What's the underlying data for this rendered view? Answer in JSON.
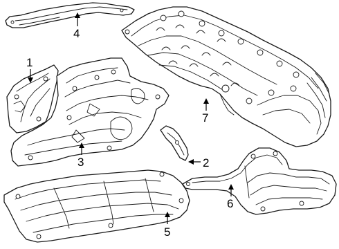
{
  "diagram": {
    "callouts": [
      {
        "id": "1",
        "label": "1"
      },
      {
        "id": "2",
        "label": "2"
      },
      {
        "id": "3",
        "label": "3"
      },
      {
        "id": "4",
        "label": "4"
      },
      {
        "id": "5",
        "label": "5"
      },
      {
        "id": "6",
        "label": "6"
      },
      {
        "id": "7",
        "label": "7"
      }
    ],
    "line_color": "#1a1a1a",
    "background_color": "#ffffff"
  }
}
